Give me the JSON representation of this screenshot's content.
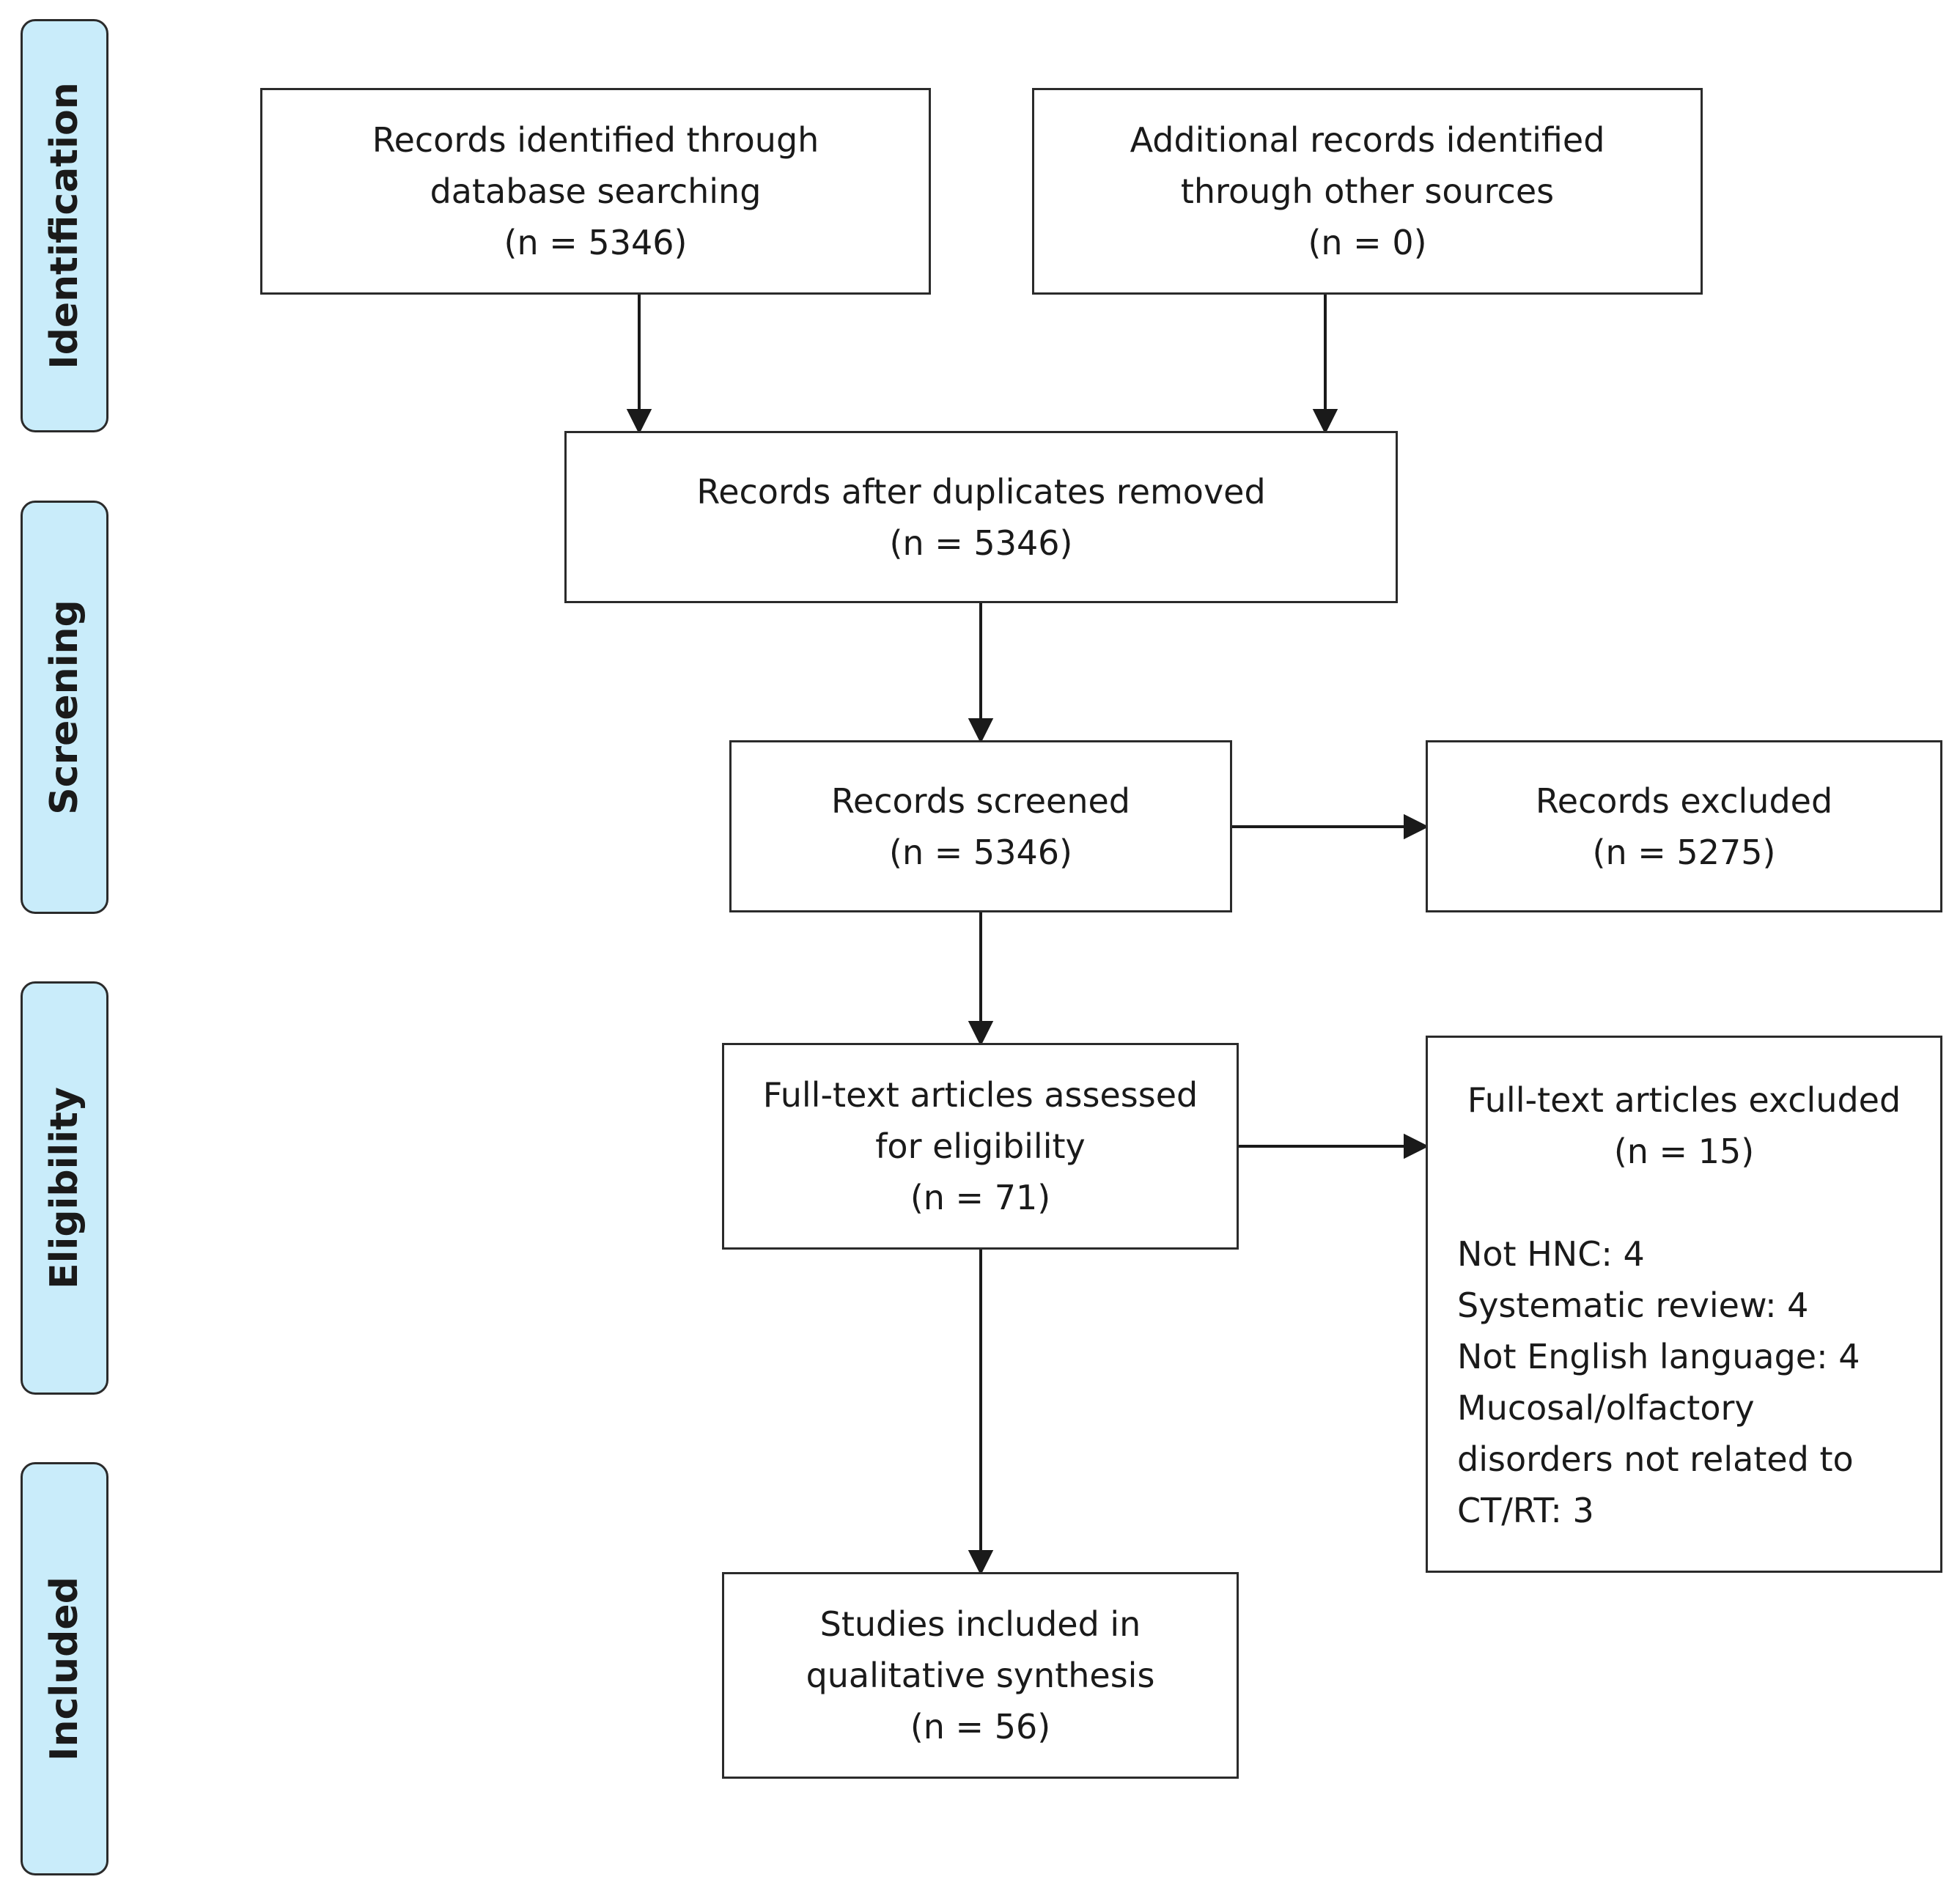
{
  "phases": {
    "identification": "Identification",
    "screening": "Screening",
    "eligibility": "Eligibility",
    "included": "Included"
  },
  "boxes": {
    "database": {
      "line1": "Records identified through",
      "line2": "database searching",
      "count": "(n = 5346)"
    },
    "other_sources": {
      "line1": "Additional records identified",
      "line2": "through other sources",
      "count": "(n = 0)"
    },
    "duplicates_removed": {
      "line1": "Records after duplicates removed",
      "count": "(n = 5346)"
    },
    "screened": {
      "line1": "Records screened",
      "count": "(n = 5346)"
    },
    "excluded": {
      "line1": "Records excluded",
      "count": "(n = 5275)"
    },
    "fulltext_assessed": {
      "line1": "Full-text articles assessed",
      "line2": "for eligibility",
      "count": "(n = 71)"
    },
    "fulltext_excluded": {
      "line1": "Full-text articles excluded",
      "count": "(n = 15)",
      "reasons": [
        "Not HNC: 4",
        "Systematic review: 4",
        "Not English language: 4",
        "Mucosal/olfactory",
        "disorders not related to",
        "CT/RT: 3"
      ]
    },
    "included": {
      "line1": "Studies included in",
      "line2": "qualitative synthesis",
      "count": "(n = 56)"
    }
  }
}
